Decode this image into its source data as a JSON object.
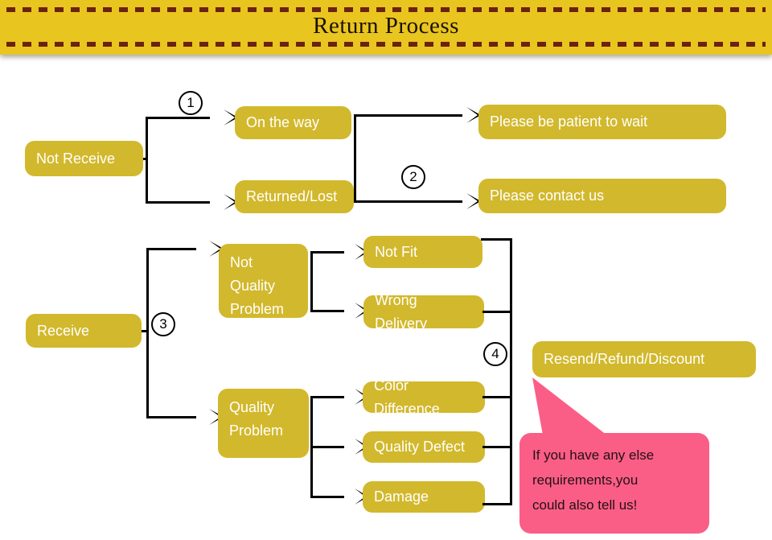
{
  "banner": {
    "title": "Return Process",
    "background_color": "#e9c51f",
    "dash_color": "#6b2210"
  },
  "theme": {
    "node_color": "#d2b82c",
    "node_text_color": "#ffffff",
    "connector_color": "#000000",
    "callout_color": "#fa5e86",
    "callout_text_color": "#231015",
    "page_background": "#ffffff"
  },
  "flow": {
    "branch_not_receive": {
      "root": "Not Receive",
      "step_label": "1",
      "step_label_2": "2",
      "options": [
        {
          "label": "On the way",
          "outcome": "Please be patient to wait"
        },
        {
          "label": "Returned/Lost",
          "outcome": "Please contact us"
        }
      ]
    },
    "branch_receive": {
      "root": "Receive",
      "step_label": "3",
      "step_label_4": "4",
      "groups": [
        {
          "label": "Not\nQuality\nProblem",
          "reasons": [
            "Not Fit",
            "Wrong Delivery"
          ]
        },
        {
          "label": "Quality\nProblem",
          "reasons": [
            "Color Difference",
            "Quality Defect",
            "Damage"
          ]
        }
      ],
      "resolution": "Resend/Refund/Discount"
    }
  },
  "callout": {
    "text": "If you have any else\nrequirements,you\ncould also tell us!"
  }
}
